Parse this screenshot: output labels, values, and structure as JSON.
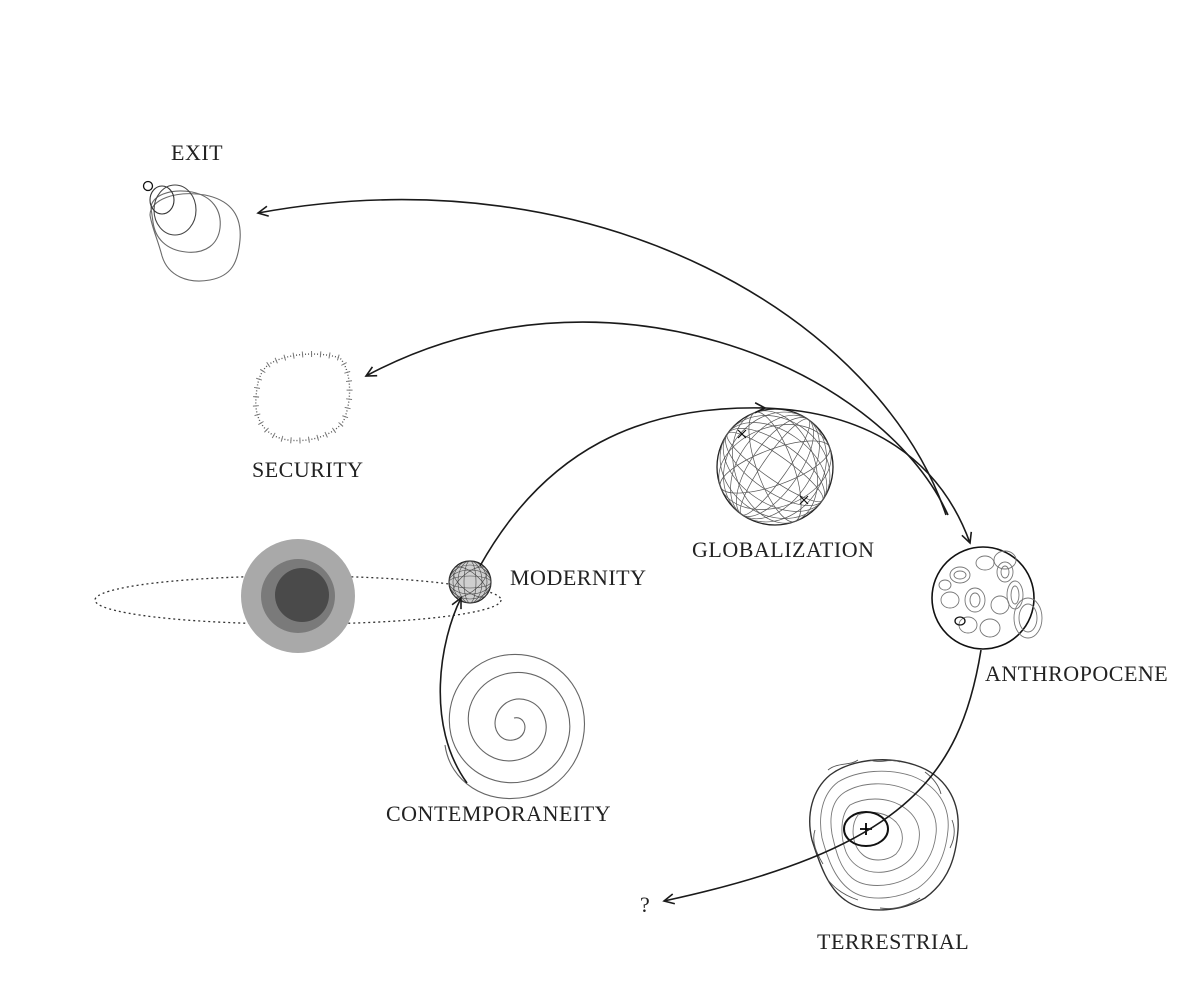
{
  "nodes": {
    "exit": {
      "label": "EXIT"
    },
    "security": {
      "label": "SECURITY"
    },
    "globalization": {
      "label": "GLOBALIZATION"
    },
    "modernity": {
      "label": "MODERNITY"
    },
    "anthropocene": {
      "label": "ANTHROPOCENE"
    },
    "contemporaneity": {
      "label": "CONTEMPORANEITY"
    },
    "terrestrial": {
      "label": "TERRESTRIAL"
    },
    "unknown": {
      "label": "?"
    }
  },
  "colors": {
    "ink": "#1a1a1a",
    "sun_outer": "#a9a9a9",
    "sun_middle": "#7a7a7a",
    "sun_core": "#4a4a4a"
  },
  "icons": [
    "nested-circles-exit-icon",
    "stitched-ring-security-icon",
    "wireframe-globe-globalization-icon",
    "mesh-ball-modernity-icon",
    "cratered-sphere-anthropocene-icon",
    "spiral-contemporaneity-icon",
    "contour-terrain-terrestrial-icon",
    "sun-with-orbit-icon"
  ]
}
